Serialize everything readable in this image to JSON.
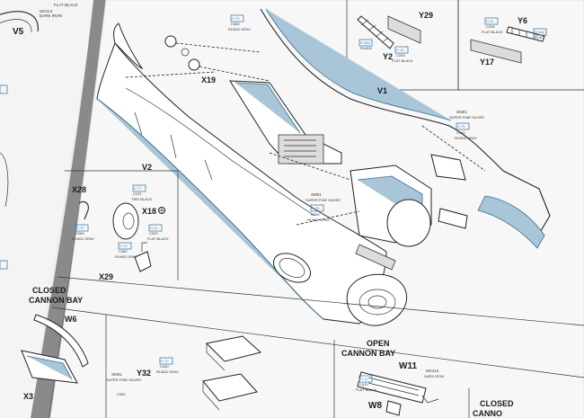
{
  "left_page": {
    "part_top": "V5",
    "note_top": "MC214",
    "note_top2": "DARK IRON",
    "flat_black": "FLAT BLACK"
  },
  "top_insets": {
    "y29": {
      "part": "Y29",
      "sub": "Y2",
      "c1": "H 346",
      "c1s": "RLM02",
      "c2": "H 12",
      "c2s": "C033",
      "c3": "FLAT BLACK"
    },
    "y6": {
      "part": "Y6",
      "sub": "Y17",
      "c1": "H 12",
      "c1s": "C033",
      "c2": "FLAT BLACK",
      "c3": "H 346",
      "c3s": "RUST"
    }
  },
  "fuselage": {
    "v1": "V1",
    "v2": "V2",
    "x19": "X19",
    "top_code": "H 70",
    "top_code2": "C060",
    "top_code3": "RLM02 GRAY",
    "sm01_a": "SM01",
    "sm01_a_desc": "SUPER FINE SILVER",
    "h70_a": "H 70",
    "c060_a": "C060",
    "rlm_a": "RLM02 GRAY",
    "sm01_b": "SM01",
    "sm01_b_desc": "SUPER FINE SILVER",
    "h70_b": "H 70",
    "c060_b": "C060",
    "rlm_b": "RLM02 GRAY"
  },
  "wheel_inset": {
    "x28": "X28",
    "x18": "X18",
    "x29": "X29",
    "h77": "H 77",
    "c137": "C137",
    "tire": "TIRE BLACK",
    "h70": "H 70",
    "c060": "C060",
    "rlm": "RLM02 GRAY",
    "h12": "H 12",
    "c033": "C033",
    "fb": "FLAT BLACK",
    "h70b": "H 70",
    "c060b": "C060",
    "rlmb": "RLM02 GRAY"
  },
  "bottom": {
    "closed_title1": "CLOSED",
    "closed_title2": "CANNON BAY",
    "w6": "W6",
    "x3": "X3",
    "y32": "Y32",
    "sm01": "SM01",
    "sm01_desc": "SUPER FINE SILVER",
    "h70": "H 70",
    "c060": "C060",
    "rlm": "RLM02 GRAY",
    "c060b": "C060",
    "open_title1": "OPEN",
    "open_title2": "CANNON BAY",
    "w11": "W11",
    "w8": "W8",
    "h12": "H 12",
    "c033": "C033",
    "fb": "FLAT BLACK",
    "mc214": "MC214",
    "di": "DARK IRON",
    "closed2_title1": "CLOSED",
    "closed2_title2": "CANNO"
  },
  "colors": {
    "paint_blue": "#a9c6d8",
    "code_blue": "#3f7fb0",
    "shadow": "#6d6d6d"
  }
}
